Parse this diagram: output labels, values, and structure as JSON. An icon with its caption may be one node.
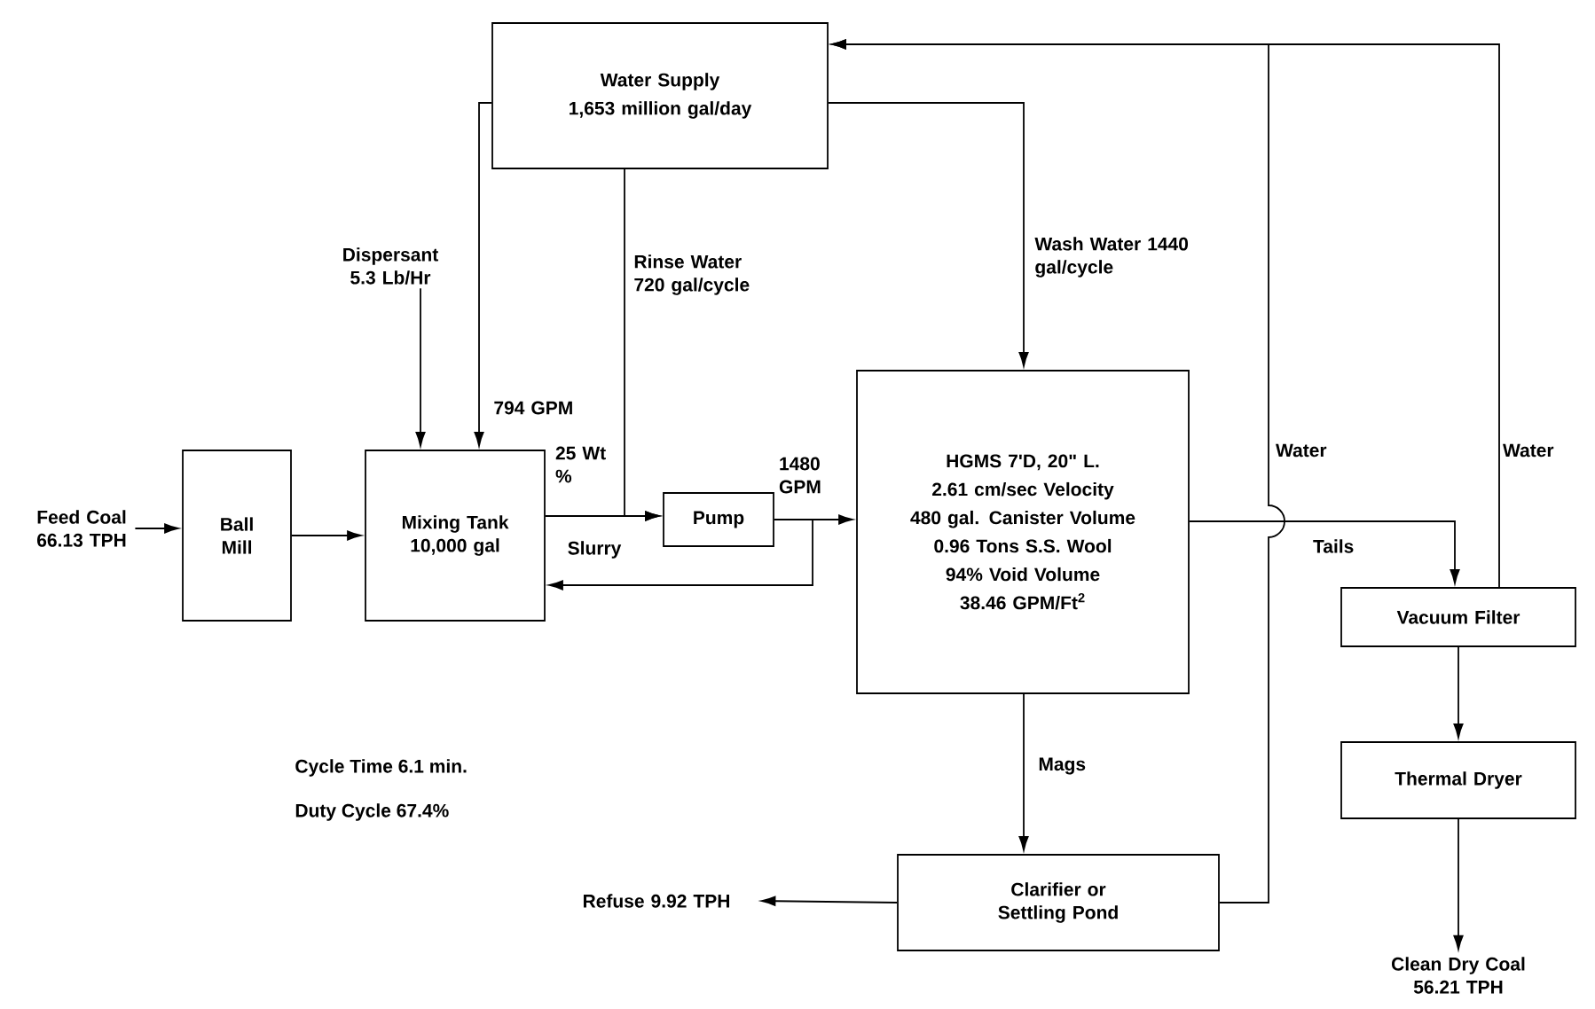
{
  "diagram": {
    "nodes": [
      {
        "text": [
          "Water Supply",
          "1,653 million gal/day"
        ]
      },
      {
        "text": [
          "Feed Coal 66.13 TPH"
        ]
      },
      {
        "text": [
          "Ball Mill"
        ]
      },
      {
        "text": [
          "Dispersant 5.3 Lb/Hr"
        ]
      },
      {
        "text": [
          "Mixing Tank 10,000 gal"
        ]
      },
      {
        "text": [
          "Pump"
        ]
      },
      {
        "text": [
          "HGMS 7'D, 20\" L.",
          "2.61 cm/sec Velocity",
          "480 gal. Canister Volume",
          "0.96 Tons S.S. Wool",
          "94% Void Volume",
          "38.46 GPM/Ft$^{2}$"
        ]
      },
      {
        "text": [
          "Vacuum Filter"
        ]
      },
      {
        "text": [
          "Thermal Dryer"
        ]
      },
      {
        "text": [
          "Clarifier or Settling Pond"
        ]
      },
      {
        "text": [
          "Refuse 9.92 TPH"
        ]
      },
      {
        "text": [
          "Clean Dry Coal 56.21 TPH"
        ]
      }
    ],
    "edges": [
      {
        "from": 1,
        "to": 2,
        "arrow": "to"
      },
      {
        "from": 2,
        "to": 4,
        "arrow": "to"
      },
      {
        "from": 3,
        "to": 4,
        "arrow": "to"
      },
      {
        "from": 0,
        "to": 4,
        "arrow": "to",
        "label": "794 GPM"
      },
      {
        "from": 4,
        "to": 5,
        "arrow": "to",
        "label": "25 Wt %"
      },
      {
        "from": 0,
        "to": 5,
        "arrow": "to",
        "label": "Rinse Water 720 gal/cycle"
      },
      {
        "from": 5,
        "to": 6,
        "arrow": "to",
        "label": "1480 GPM"
      },
      {
        "from": 5,
        "to": 4,
        "arrow": "to"
      },
      {
        "from": 0,
        "to": 6,
        "arrow": "to",
        "label": "Wash Water 1440 gal/cycle"
      },
      {
        "from": 6,
        "to": 7,
        "arrow": "to",
        "label": "Tails"
      },
      {
        "from": 9,
        "to": 0,
        "arrow": "to",
        "label": "Water"
      },
      {
        "from": 7,
        "to": 0,
        "arrow": "to",
        "label": "Water"
      },
      {
        "from": 6,
        "to": 9,
        "arrow": "to",
        "label": "Mags"
      },
      {
        "from": 7,
        "to": 8,
        "arrow": "to"
      },
      {
        "from": 8,
        "to": 11,
        "arrow": "to"
      },
      {
        "from": 9,
        "to": 10,
        "arrow": "to"
      }
    ],
    "labels": [
      "Slurry",
      "Cycle Time 6.1 min.",
      "Duty Cycle 67.4%"
    ]
  }
}
